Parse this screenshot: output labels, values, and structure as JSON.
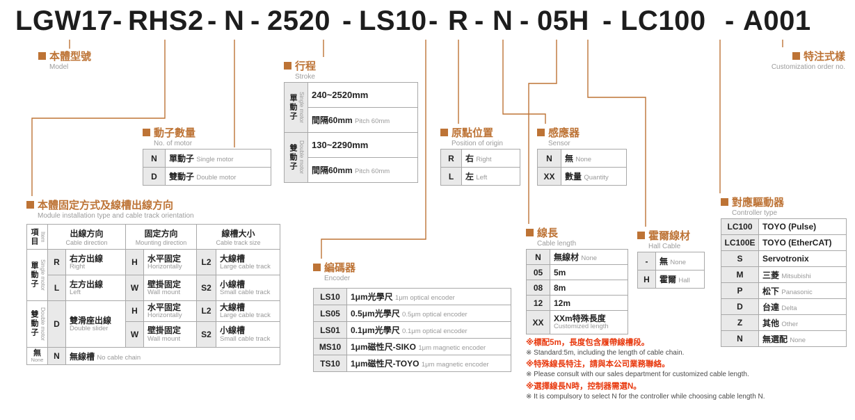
{
  "colors": {
    "accent": "#bd7335",
    "red": "#e8380d"
  },
  "code": {
    "separator": "-",
    "segments": [
      "LGW17",
      "RHS2",
      "N",
      "2520",
      "LS10",
      "R",
      "N",
      "05H",
      "LC100",
      "A001"
    ]
  },
  "model": {
    "title": "本體型號",
    "subtitle": "Model"
  },
  "customization": {
    "title": "特注式樣",
    "subtitle": "Customization order no."
  },
  "motor_count": {
    "title": "動子數量",
    "subtitle": "No. of motor",
    "rows": [
      {
        "code": "N",
        "zh": "單動子",
        "en": "Single motor"
      },
      {
        "code": "D",
        "zh": "雙動子",
        "en": "Double motor"
      }
    ]
  },
  "stroke": {
    "title": "行程",
    "subtitle": "Stroke",
    "groups": [
      {
        "zh": "單動子",
        "en": "Single motor",
        "range": "240~2520mm",
        "pitch_zh": "間隔60mm",
        "pitch_en": "Pitch 60mm"
      },
      {
        "zh": "雙動子",
        "en": "Double motor",
        "range": "130~2290mm",
        "pitch_zh": "間隔60mm",
        "pitch_en": "Pitch 60mm"
      }
    ]
  },
  "installation": {
    "title": "本體固定方式及線槽出線方向",
    "subtitle": "Module installation type and cable track orientation",
    "headers": {
      "item_zh": "項目",
      "item_en": "Item",
      "col1_zh": "出線方向",
      "col1_en": "Cable direction",
      "col2_zh": "固定方向",
      "col2_en": "Mounting direction",
      "col3_zh": "線槽大小",
      "col3_en": "Cable track size"
    },
    "single": {
      "zh": "單動子",
      "en": "Single motor",
      "rows": [
        {
          "dir_code": "R",
          "dir_zh": "右方出線",
          "dir_en": "Right",
          "mount_code": "H",
          "mount_zh": "水平固定",
          "mount_en": "Horizontally",
          "track_code": "L2",
          "track_zh": "大線槽",
          "track_en": "Large cable track"
        },
        {
          "dir_code": "L",
          "dir_zh": "左方出線",
          "dir_en": "Left",
          "mount_code": "W",
          "mount_zh": "壁掛固定",
          "mount_en": "Wall mount",
          "track_code": "S2",
          "track_zh": "小線槽",
          "track_en": "Small cable track"
        }
      ]
    },
    "double": {
      "zh": "雙動子",
      "en": "Double motor",
      "dir_code": "D",
      "dir_zh": "雙滑座出線",
      "dir_en": "Double slider",
      "rows": [
        {
          "mount_code": "H",
          "mount_zh": "水平固定",
          "mount_en": "Horizontally",
          "track_code": "L2",
          "track_zh": "大線槽",
          "track_en": "Large cable track"
        },
        {
          "mount_code": "W",
          "mount_zh": "壁掛固定",
          "mount_en": "Wall mount",
          "track_code": "S2",
          "track_zh": "小線槽",
          "track_en": "Small cable track"
        }
      ]
    },
    "none": {
      "zh": "無",
      "en": "None",
      "code": "N",
      "desc_zh": "無線槽",
      "desc_en": "No cable chain"
    }
  },
  "encoder": {
    "title": "編碼器",
    "subtitle": "Encoder",
    "rows": [
      {
        "code": "LS10",
        "zh": "1μm光學尺",
        "en": "1μm optical encoder"
      },
      {
        "code": "LS05",
        "zh": "0.5μm光學尺",
        "en": "0.5μm optical encoder"
      },
      {
        "code": "LS01",
        "zh": "0.1μm光學尺",
        "en": "0.1μm optical encoder"
      },
      {
        "code": "MS10",
        "zh": "1μm磁性尺-SIKO",
        "en": "1μm magnetic encoder"
      },
      {
        "code": "TS10",
        "zh": "1μm磁性尺-TOYO",
        "en": "1μm magnetic encoder"
      }
    ]
  },
  "origin": {
    "title": "原點位置",
    "subtitle": "Position of origin",
    "rows": [
      {
        "code": "R",
        "zh": "右",
        "en": "Right"
      },
      {
        "code": "L",
        "zh": "左",
        "en": "Left"
      }
    ]
  },
  "sensor": {
    "title": "感應器",
    "subtitle": "Sensor",
    "rows": [
      {
        "code": "N",
        "zh": "無",
        "en": "None"
      },
      {
        "code": "XX",
        "zh": "數量",
        "en": "Quantity"
      }
    ]
  },
  "cable_length": {
    "title": "線長",
    "subtitle": "Cable length",
    "rows": [
      {
        "code": "N",
        "zh": "無線材",
        "en": "None"
      },
      {
        "code": "05",
        "zh": "5m",
        "en": ""
      },
      {
        "code": "08",
        "zh": "8m",
        "en": ""
      },
      {
        "code": "12",
        "zh": "12m",
        "en": ""
      },
      {
        "code": "XX",
        "zh": "XXm特殊長度",
        "en": "Customized length"
      }
    ],
    "notes": [
      {
        "text": "※標配5m，長度包含履帶線槽段。",
        "type": "red"
      },
      {
        "text": "※ Standard:5m, including the length of cable chain.",
        "type": "dark"
      },
      {
        "text": "※特殊線長特注，請與本公司業務聯絡。",
        "type": "red"
      },
      {
        "text": "※ Please consult with our sales department for customized cable length.",
        "type": "dark"
      },
      {
        "text": "※選擇線長N時，控制器需選N。",
        "type": "red"
      },
      {
        "text": "※ It is compulsory to select N for the controller while choosing cable length N.",
        "type": "dark"
      }
    ]
  },
  "hall": {
    "title": "霍爾線材",
    "subtitle": "Hall Cable",
    "rows": [
      {
        "code": "-",
        "zh": "無",
        "en": "None"
      },
      {
        "code": "H",
        "zh": "霍爾",
        "en": "Hall"
      }
    ]
  },
  "controller": {
    "title": "對應驅動器",
    "subtitle": "Controller type",
    "rows": [
      {
        "code": "LC100",
        "zh": "TOYO (Pulse)",
        "en": ""
      },
      {
        "code": "LC100E",
        "zh": "TOYO (EtherCAT)",
        "en": ""
      },
      {
        "code": "S",
        "zh": "Servotronix",
        "en": ""
      },
      {
        "code": "M",
        "zh": "三菱",
        "en": "Mitsubishi"
      },
      {
        "code": "P",
        "zh": "松下",
        "en": "Panasonic"
      },
      {
        "code": "D",
        "zh": "台達",
        "en": "Delta"
      },
      {
        "code": "Z",
        "zh": "其他",
        "en": "Other"
      },
      {
        "code": "N",
        "zh": "無選配",
        "en": "None"
      }
    ]
  }
}
